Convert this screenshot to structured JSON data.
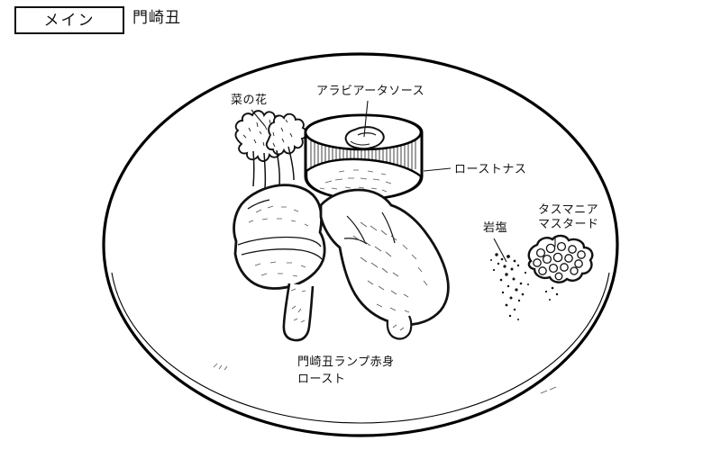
{
  "header": {
    "category_label": "メイン",
    "dish_title": "門崎丑"
  },
  "illustration": {
    "name": "plated-dish-diagram",
    "plate": {
      "shape": "oval-plate",
      "outline_color": "#000000",
      "fill_color": "#ffffff"
    },
    "callouts": [
      {
        "id": "nanohana",
        "text": "菜の花",
        "icon": "leader-line",
        "target": "rape-blossom-greens"
      },
      {
        "id": "arrabbiata",
        "text": "アラビアータソース",
        "icon": "leader-line",
        "target": "sauce-dollop"
      },
      {
        "id": "roast-eggplant",
        "text": "ローストナス",
        "icon": "leader-line",
        "target": "eggplant-cylinder"
      },
      {
        "id": "rock-salt",
        "text": "岩塩",
        "icon": "leader-line",
        "target": "salt-scatter"
      },
      {
        "id": "tasmanian-mustard",
        "text_line1": "タスマニア",
        "text_line2": "マスタード",
        "icon": "leader-line",
        "target": "mustard-cluster"
      },
      {
        "id": "main-item",
        "text_line1": "門崎丑ランプ赤身",
        "text_line2": "ロースト",
        "icon": "none",
        "target": "roast-beef-slices"
      }
    ]
  },
  "colors": {
    "ink": "#111111",
    "outline": "#000000",
    "paper": "#ffffff"
  }
}
